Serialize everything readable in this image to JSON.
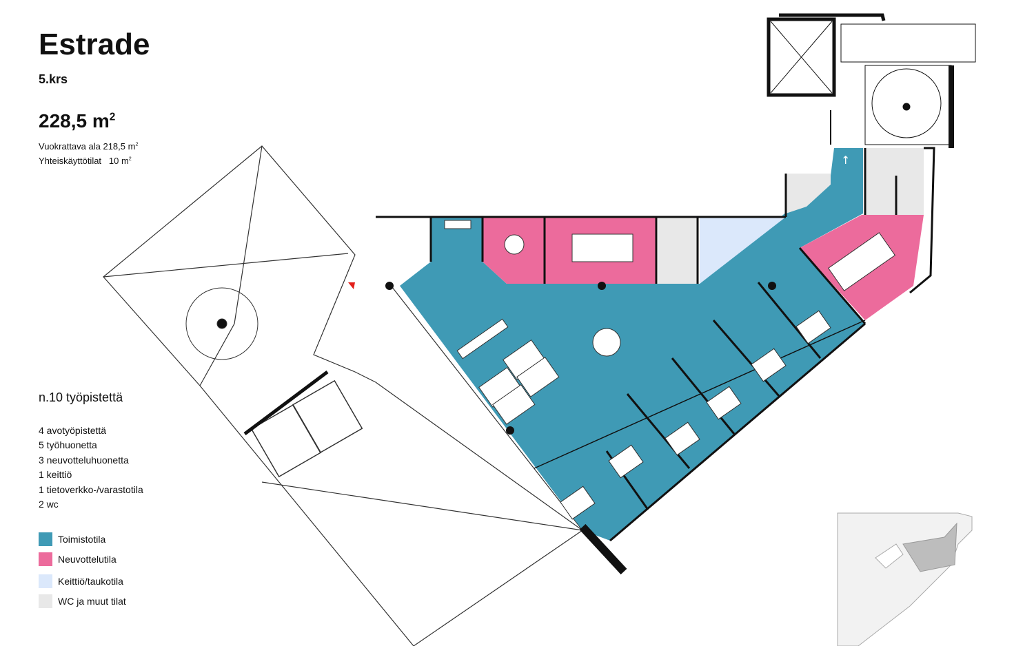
{
  "header": {
    "title": "Estrade",
    "floor": "5.krs",
    "total_area": "228,5 m",
    "total_area_sup": "2",
    "rentable_label": "Vuokrattava ala 218,5 m",
    "rentable_sup": "2",
    "shared_label": "Yhteiskäyttötilat   10 m",
    "shared_sup": "2"
  },
  "workstations": {
    "title": "n.10 työpistettä",
    "items": [
      "4 avotyöpistettä",
      "5 työhuonetta",
      "3 neuvotteluhuonetta",
      "1 keittiö",
      "1 tietoverkko-/varastotila",
      "2 wc"
    ]
  },
  "legend": [
    {
      "label": "Toimistotila",
      "color": "#3f9ab5"
    },
    {
      "label": "Neuvottelutila",
      "color": "#ec6b9c"
    },
    {
      "label": "Keittiö/taukotila",
      "color": "#dbe8fb"
    },
    {
      "label": "WC ja muut tilat",
      "color": "#e8e8e8"
    }
  ]
}
